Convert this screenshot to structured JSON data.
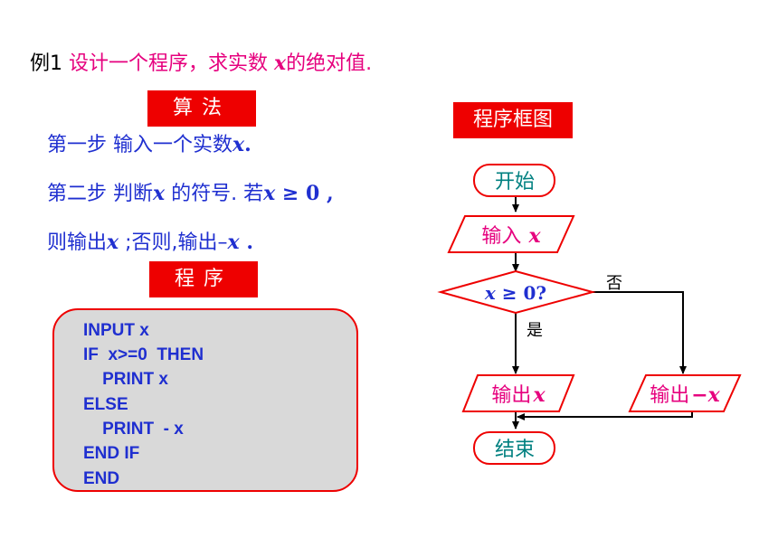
{
  "title": {
    "prefix": "例1",
    "text": "设计一个程序，求实数",
    "var": "x",
    "suffix": "的绝对值."
  },
  "algorithm_label": "算法",
  "steps": {
    "s1_a": "第一步 输入一个实数",
    "s1_var": "x",
    "s1_end": ".",
    "s2_a": "第二步 判断",
    "s2_var": "x",
    "s2_b": " 的符号. 若",
    "s2_cond_var": "x",
    "s2_cond": " ≥ 0",
    "s2_end": " ,",
    "s3_a": "则输出",
    "s3_var": "x",
    "s3_b": " ;否则,输出–",
    "s3_var2": "x",
    "s3_end": " ."
  },
  "program_label": "程序",
  "code_lines": [
    "INPUT x",
    "IF  x>=0  THEN",
    "    PRINT x",
    "ELSE",
    "    PRINT  - x",
    "END IF",
    "END"
  ],
  "flowchart_label": "程序框图",
  "flow": {
    "start": "开始",
    "input_text": "输入",
    "input_var": "x",
    "cond_var": "x",
    "cond_rest": " ≥ 0?",
    "no_label": "否",
    "yes_label": "是",
    "out1_text": "输出",
    "out1_var": "x",
    "out2_text": "输出",
    "out2_var": "−x",
    "end": "结束"
  },
  "colors": {
    "pink": "#e6007e",
    "red": "#ee0000",
    "blue": "#1f2fd0",
    "teal": "#008080",
    "code_bg": "#d9d9d9"
  }
}
